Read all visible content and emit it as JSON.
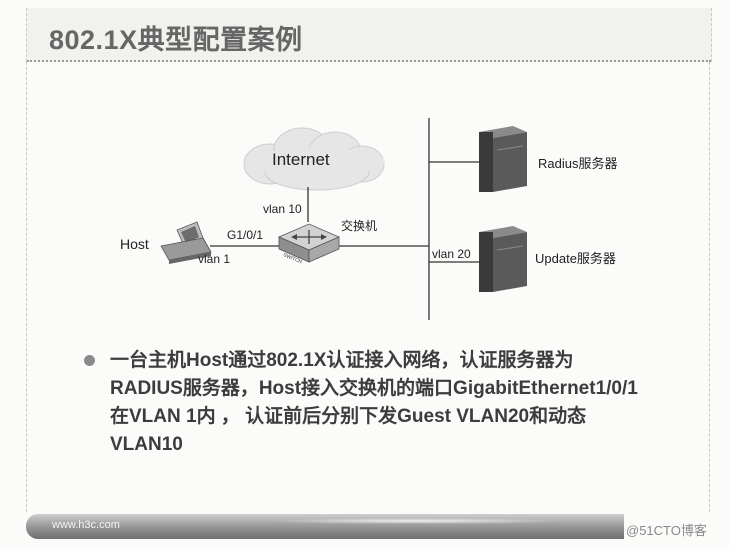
{
  "slide": {
    "title": "802.1X典型配置案例"
  },
  "diagram": {
    "internet_label": "Internet",
    "vlan10_label": "vlan 10",
    "switch_label": "交换机",
    "switch_badge": "SWITCH",
    "host_label": "Host",
    "port_label": "G1/0/1",
    "vlan1_label": "vlan 1",
    "vlan20_label": "vlan 20",
    "radius_label": "Radius服务器",
    "update_label": "Update服务器"
  },
  "bullets": [
    "一台主机Host通过802.1X认证接入网络，认证服务器为RADIUS服务器，Host接入交换机的端口GigabitEthernet1/0/1在VLAN 1内 ， 认证前后分别下发Guest VLAN20和动态VLAN10"
  ],
  "footer": {
    "url": "www.h3c.com",
    "watermark": "@51CTO博客"
  }
}
